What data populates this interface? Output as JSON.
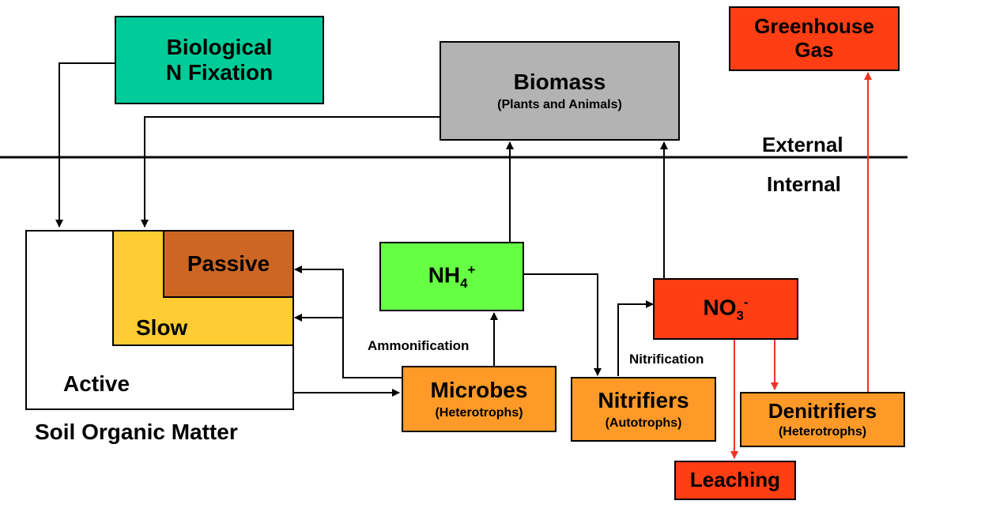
{
  "colors": {
    "teal": "#00CC99",
    "gray": "#B3B3B3",
    "red_orange": "#FF3E14",
    "lime": "#66FF44",
    "orange": "#FF9A28",
    "yellow": "#FFCC33",
    "brown": "#CC6622",
    "red_arrow": "#EE3322",
    "black": "#000000"
  },
  "zones": {
    "external": "External",
    "internal": "Internal"
  },
  "boxes": {
    "fixation": {
      "line1": "Biological",
      "line2": "N Fixation"
    },
    "biomass": {
      "title": "Biomass",
      "subtitle": "(Plants and Animals)"
    },
    "greenhouse": {
      "line1": "Greenhouse",
      "line2": "Gas"
    },
    "ammonium": {
      "base": "NH",
      "sub": "4",
      "sup": "+"
    },
    "nitrate": {
      "base": "NO",
      "sub": "3",
      "sup": "-"
    },
    "microbes": {
      "title": "Microbes",
      "subtitle": "(Heterotrophs)"
    },
    "nitrifiers": {
      "title": "Nitrifiers",
      "subtitle": "(Autotrophs)"
    },
    "denitrifiers": {
      "title": "Denitrifiers",
      "subtitle": "(Heterotrophs)"
    },
    "leaching": {
      "title": "Leaching"
    }
  },
  "soil": {
    "passive": "Passive",
    "slow": "Slow",
    "active": "Active",
    "caption": "Soil Organic Matter"
  },
  "process_labels": {
    "ammonification": "Ammonification",
    "nitrification": "Nitrification"
  }
}
